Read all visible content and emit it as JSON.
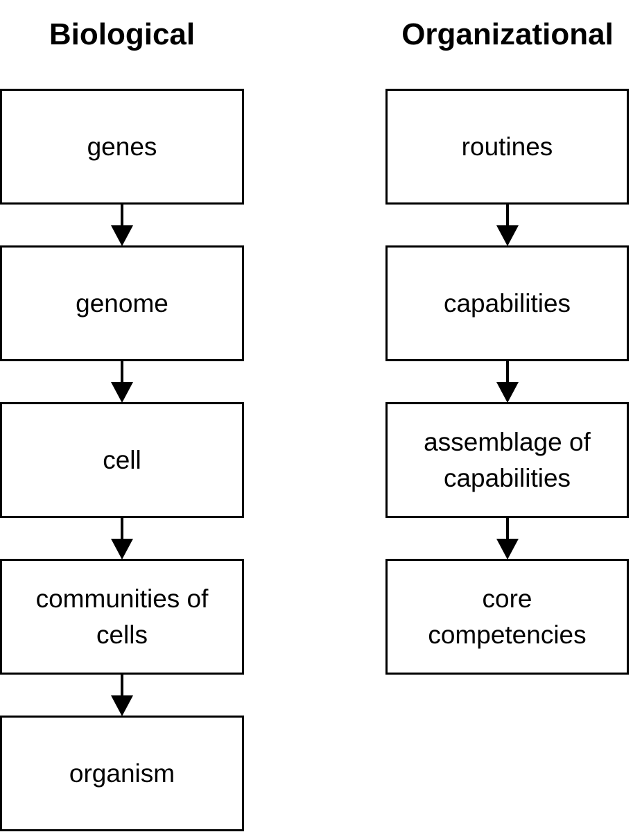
{
  "headings": {
    "left": "Biological",
    "right": "Organizational"
  },
  "biological": {
    "boxes": [
      "genes",
      "genome",
      "cell",
      "communities of cells",
      "organism"
    ]
  },
  "organizational": {
    "boxes": [
      "routines",
      "capabilities",
      "assemblage of capabilities",
      "core competencies"
    ]
  }
}
